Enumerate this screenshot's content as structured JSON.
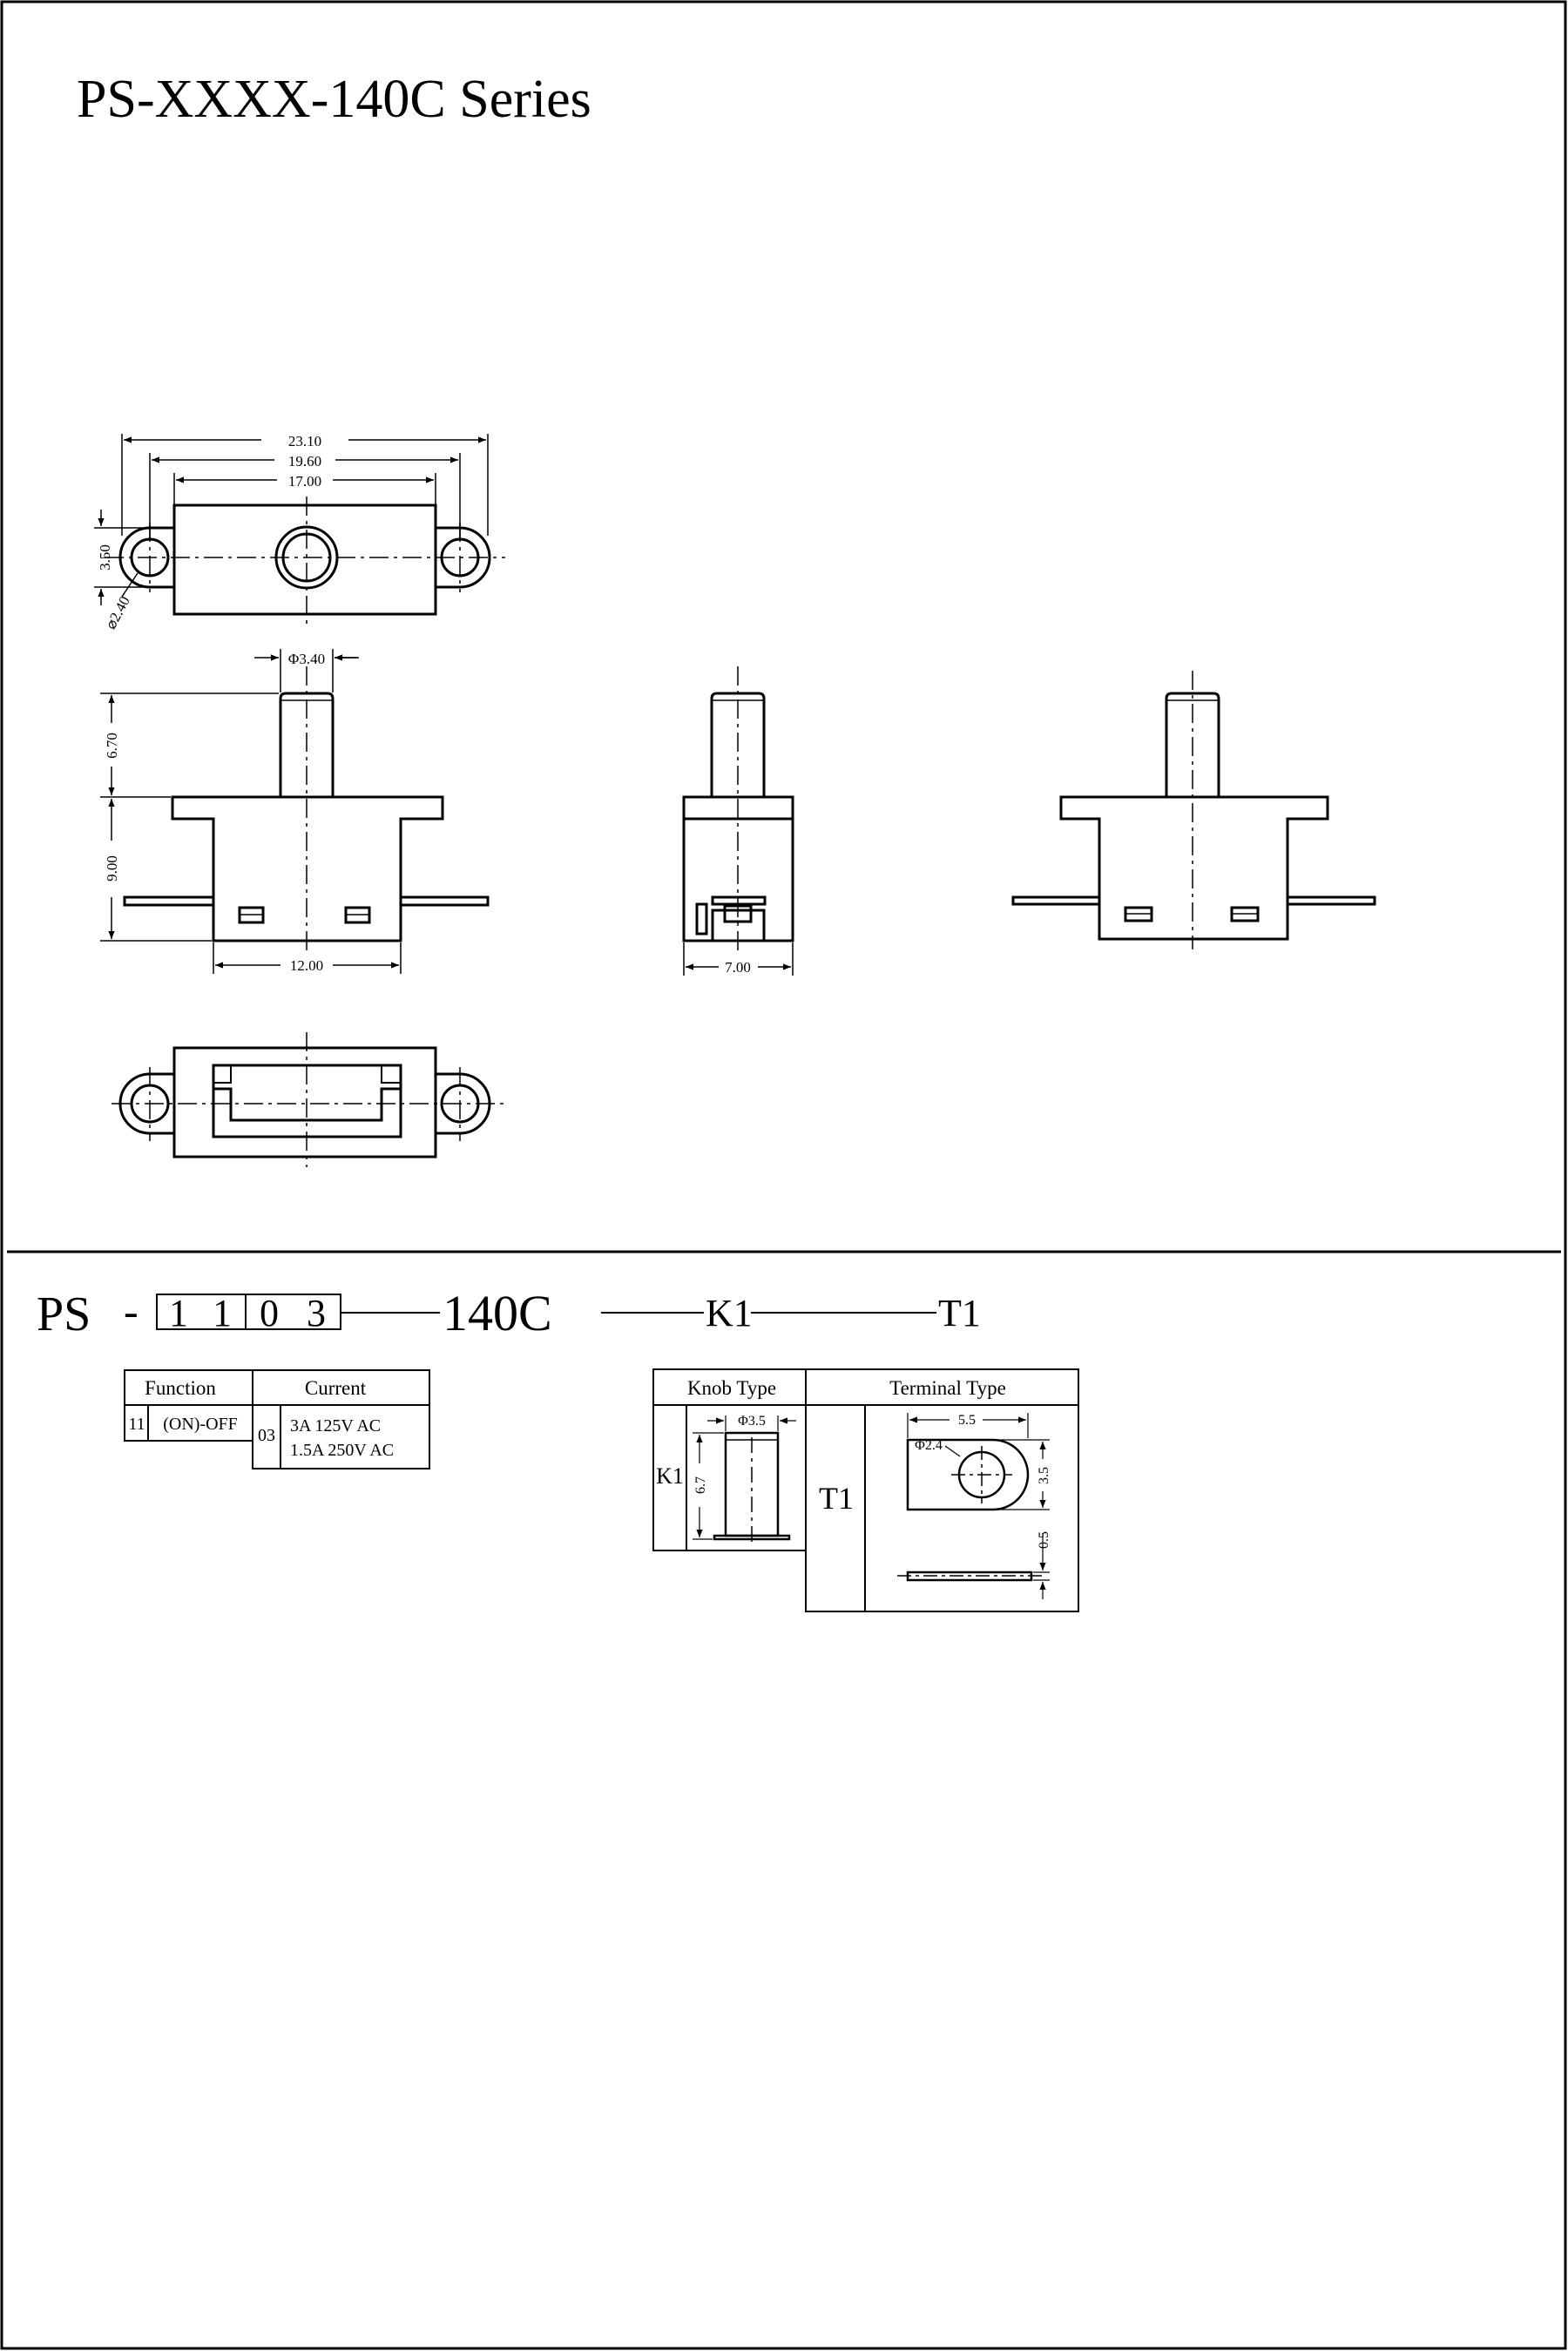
{
  "title": "PS-XXXX-140C Series",
  "top_view": {
    "dim_overall": "23.10",
    "dim_hole_pitch": "19.60",
    "dim_body": "17.00",
    "dim_ear_height": "3.50",
    "dim_hole_dia": "⌀2.40"
  },
  "front_view": {
    "dim_knob_dia": "Φ3.40",
    "dim_knob_height": "6.70",
    "dim_body_height": "9.00",
    "dim_body_width": "12.00"
  },
  "side_view": {
    "dim_width": "7.00"
  },
  "part_number": {
    "prefix": "PS",
    "dash": "-",
    "digits": [
      "1",
      "1",
      "0",
      "3"
    ],
    "series": "140C",
    "knob_code": "K1",
    "terminal_code": "T1"
  },
  "function_table": {
    "header_function": "Function",
    "header_current": "Current",
    "function_code": "11",
    "function_value": "(ON)-OFF",
    "current_code": "03",
    "current_line1": "3A 125V AC",
    "current_line2": "1.5A 250V AC"
  },
  "type_table": {
    "header_knob": "Knob Type",
    "header_terminal": "Terminal Type",
    "knob_code": "K1",
    "knob_dim_dia": "Φ3.5",
    "knob_dim_height": "6.7",
    "terminal_code": "T1",
    "term_dim_length": "5.5",
    "term_dim_hole": "Φ2.4",
    "term_dim_height": "3.5",
    "term_dim_thickness": "0.5"
  }
}
